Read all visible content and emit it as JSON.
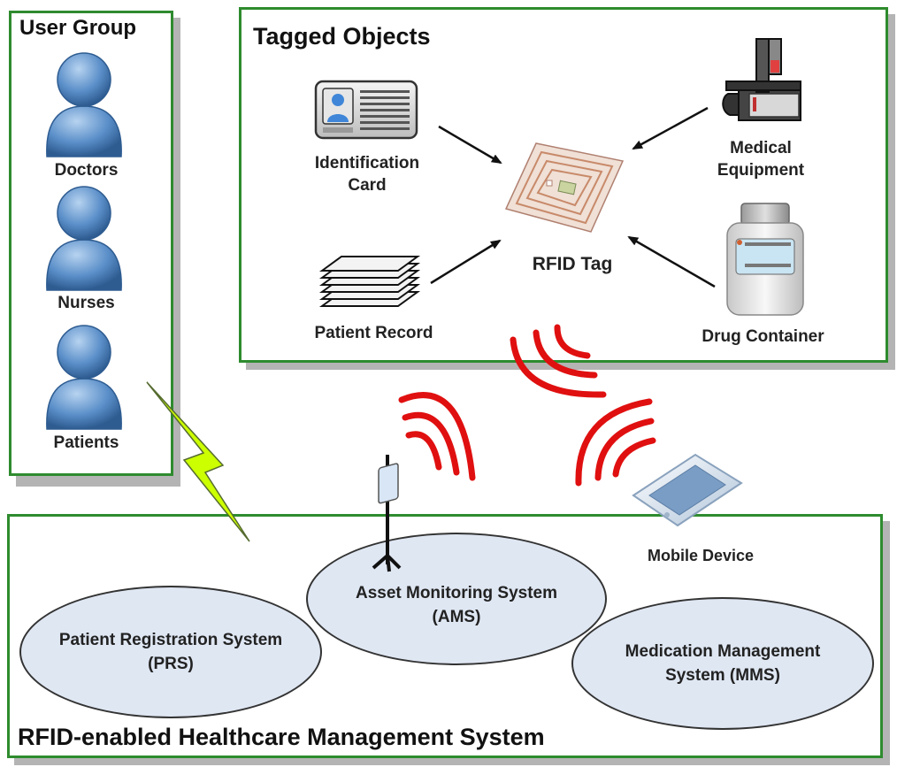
{
  "user_group": {
    "title": "User Group",
    "members": [
      "Doctors",
      "Nurses",
      "Patients"
    ]
  },
  "tagged_objects": {
    "title": "Tagged Objects",
    "identification_card": [
      "Identification",
      "Card"
    ],
    "patient_record": "Patient Record",
    "rfid_tag": "RFID Tag",
    "medical_equipment": [
      "Medical",
      "Equipment"
    ],
    "drug_container": "Drug Container"
  },
  "system": {
    "title": "RFID-enabled Healthcare Management System",
    "mobile_device": "Mobile Device",
    "prs": [
      "Patient Registration System",
      "(PRS)"
    ],
    "ams": [
      "Asset Monitoring System",
      "(AMS)"
    ],
    "mms": [
      "Medication Management",
      "System (MMS)"
    ]
  },
  "colors": {
    "panel_border": "#2e8b2e",
    "person": "#5b8fc9",
    "signal_wave": "#e01010",
    "lightning": "#ccff00",
    "ellipse_fill": "#dfe7f3"
  }
}
